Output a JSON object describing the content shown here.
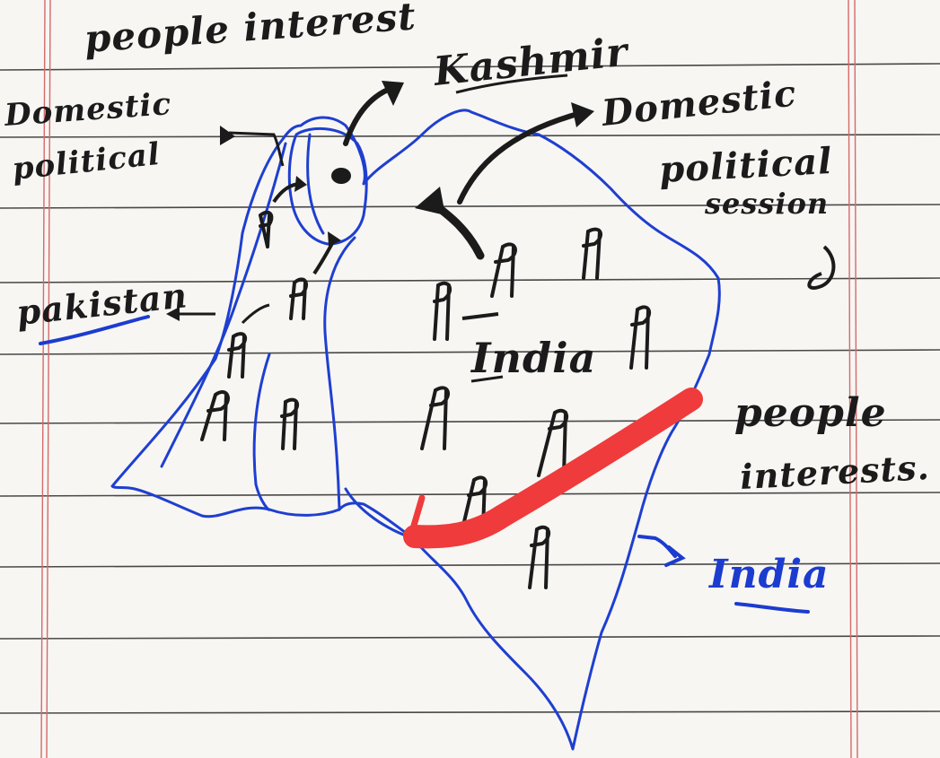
{
  "labels": {
    "people_interest_top": "people interest",
    "domestic_political_left_line1": "Domestic",
    "domestic_political_left_line2": "political",
    "kashmir": "Kashmir",
    "domestic_political_right_line1": "Domestic",
    "domestic_political_right_line2": "political",
    "domestic_political_right_line3": "session",
    "pakistan": "pakistan",
    "india_center": "India",
    "people_interests_right_line1": "people",
    "people_interests_right_line2": "interests.",
    "india_bottom": "India"
  },
  "colors": {
    "paper": "#f7f6f3",
    "rule_line": "#2a2a2a",
    "margin_line": "#d46a6a",
    "map_outline": "#1f3fd0",
    "ink": "#1b1b1b",
    "highlight_arrow": "#ef3b3b",
    "blue_ink": "#1c3ccf"
  }
}
